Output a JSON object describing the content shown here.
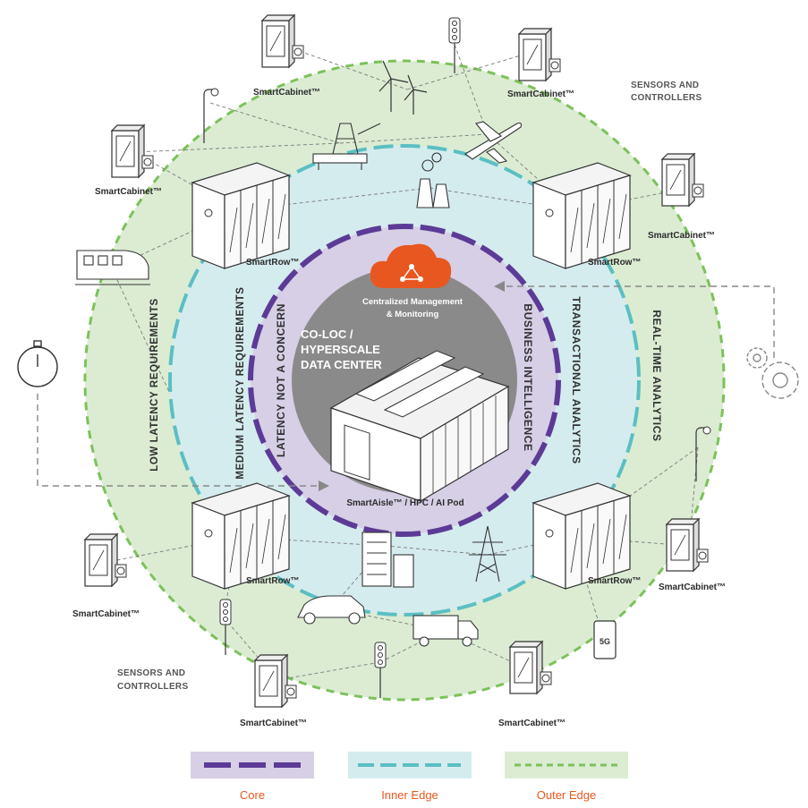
{
  "diagram": {
    "center": {
      "title_line1": "CO-LOC /",
      "title_line2": "HYPERSCALE",
      "title_line3": "DATA CENTER",
      "cloud_line1": "Centralized Management",
      "cloud_line2": "& Monitoring",
      "pod_label": "SmartAisle™ / HPC / AI Pod"
    },
    "ring_labels": {
      "latency_not_concern": "LATENCY NOT A CONCERN",
      "business_intelligence": "BUSINESS INTELLIGENCE",
      "medium_latency": "MEDIUM LATENCY REQUIREMENTS",
      "transactional_analytics": "TRANSACTIONAL ANALYTICS",
      "low_latency": "LOW LATENCY REQUIREMENTS",
      "real_time_analytics": "REAL-TIME ANALYTICS"
    },
    "smart_row_label": "SmartRow™",
    "smart_cabinet_label": "SmartCabinet™",
    "sensors_line1": "SENSORS AND",
    "sensors_line2": "CONTROLLERS",
    "phone_label": "5G",
    "colors": {
      "core": "#5c3b96",
      "core_fill": "#d6cfe6",
      "inner_edge": "#5bbfc2",
      "inner_fill": "#d5ecee",
      "outer_edge": "#7cc15a",
      "outer_fill": "#dbecd3",
      "center_gray": "#8a8a8a",
      "cloud": "#e8571f"
    }
  },
  "legend": [
    {
      "label": "Core"
    },
    {
      "label": "Inner Edge"
    },
    {
      "label": "Outer Edge"
    }
  ]
}
